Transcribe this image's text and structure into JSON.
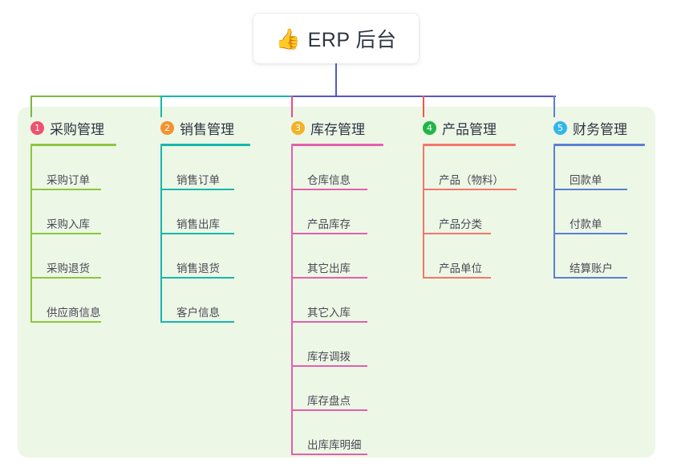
{
  "title": {
    "emoji": "👍",
    "emoji_name": "thumbs-up-icon",
    "text": "ERP 后台"
  },
  "colors": {
    "panel_bg": "#edf7e6",
    "page_bg": "#ffffff",
    "title_text": "#2f3542",
    "item_text": "#4a4a55",
    "stem": "#5856c4",
    "bus_left": "#7db843",
    "bus_mid": "#16b8ab",
    "bus_right": "#5856c4"
  },
  "columns": [
    {
      "number": "1",
      "title": "采购管理",
      "badge_color": "#f0506e",
      "line_color": "#8cc63f",
      "drop_color": "#7db843",
      "items": [
        {
          "label": "采购订单"
        },
        {
          "label": "采购入库"
        },
        {
          "label": "采购退货"
        },
        {
          "label": "供应商信息"
        }
      ]
    },
    {
      "number": "2",
      "title": "销售管理",
      "badge_color": "#f5922f",
      "line_color": "#16b8ab",
      "drop_color": "#16b8ab",
      "items": [
        {
          "label": "销售订单"
        },
        {
          "label": "销售出库"
        },
        {
          "label": "销售退货"
        },
        {
          "label": "客户信息"
        }
      ]
    },
    {
      "number": "3",
      "title": "库存管理",
      "badge_color": "#f2b228",
      "line_color": "#e45fae",
      "drop_color": "#ea4c89",
      "items": [
        {
          "label": "仓库信息"
        },
        {
          "label": "产品库存"
        },
        {
          "label": "其它出库"
        },
        {
          "label": "其它入库"
        },
        {
          "label": "库存调拨"
        },
        {
          "label": "库存盘点"
        },
        {
          "label": "出库库明细"
        }
      ]
    },
    {
      "number": "4",
      "title": "产品管理",
      "badge_color": "#21b54a",
      "line_color": "#f4766a",
      "drop_color": "#f4564c",
      "items": [
        {
          "label": "产品（物料）"
        },
        {
          "label": "产品分类"
        },
        {
          "label": "产品单位"
        }
      ]
    },
    {
      "number": "5",
      "title": "财务管理",
      "badge_color": "#35b6eb",
      "line_color": "#5b7fd4",
      "drop_color": "#5b7fd4",
      "items": [
        {
          "label": "回款单"
        },
        {
          "label": "付款单"
        },
        {
          "label": "结算账户"
        }
      ]
    }
  ]
}
